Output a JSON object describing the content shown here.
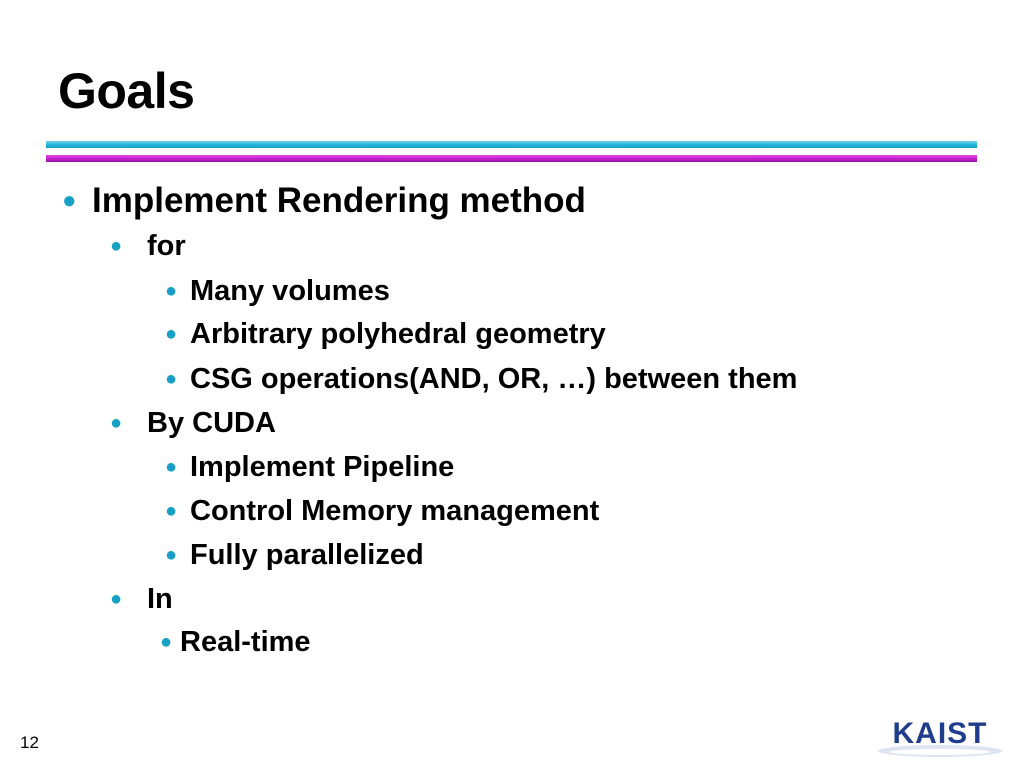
{
  "slide": {
    "title": "Goals",
    "page_number": "12",
    "logo_text": "KAIST",
    "bullet_glyph": "●",
    "items": [
      {
        "level": 1,
        "text": "Implement Rendering method"
      },
      {
        "level": 2,
        "text": "for"
      },
      {
        "level": 3,
        "text": "Many volumes"
      },
      {
        "level": 3,
        "text": "Arbitrary polyhedral geometry"
      },
      {
        "level": 3,
        "text": "CSG operations(AND, OR, …) between them"
      },
      {
        "level": 2,
        "text": "By CUDA"
      },
      {
        "level": 3,
        "text": "Implement Pipeline"
      },
      {
        "level": 3,
        "text": "Control Memory management"
      },
      {
        "level": 3,
        "text": "Fully parallelized"
      },
      {
        "level": 2,
        "text": "In"
      },
      {
        "level": 3,
        "text": "Real-time"
      }
    ]
  },
  "colors": {
    "bullet": "#17a0c6",
    "rule_cyan": "#21b4d8",
    "rule_magenta": "#c01fc9",
    "logo_blue": "#1f3d8c"
  }
}
